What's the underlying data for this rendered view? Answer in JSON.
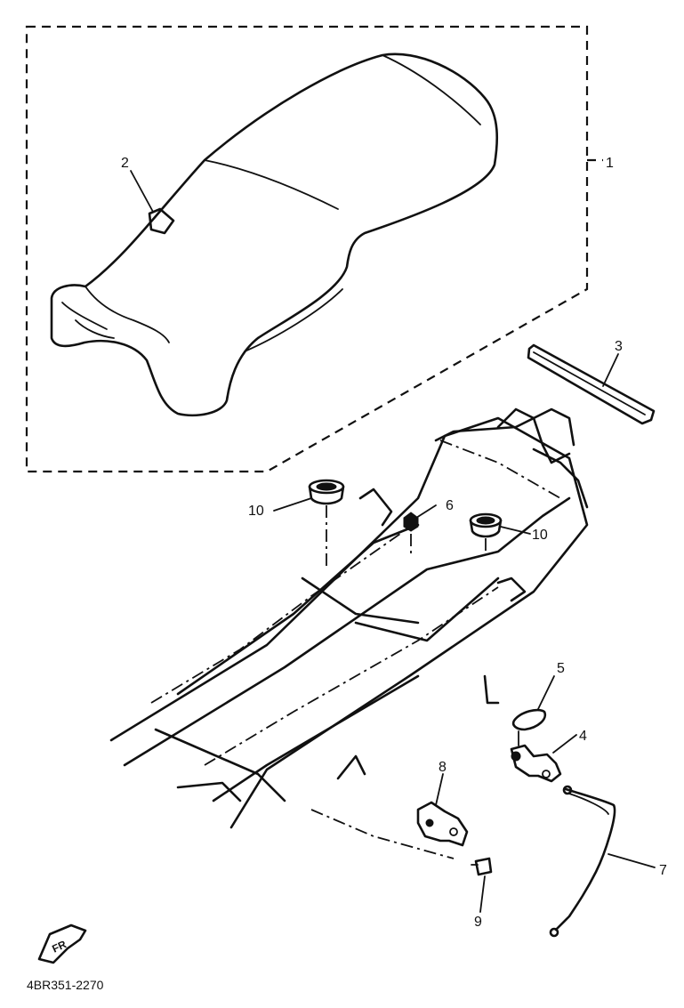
{
  "callouts": [
    {
      "id": "c1",
      "text": "1",
      "part": "seat assembly"
    },
    {
      "id": "c2",
      "text": "2"
    },
    {
      "id": "c3",
      "text": "3"
    },
    {
      "id": "c4",
      "text": "4"
    },
    {
      "id": "c5",
      "text": "5"
    },
    {
      "id": "c6",
      "text": "6"
    },
    {
      "id": "c7",
      "text": "7"
    },
    {
      "id": "c8",
      "text": "8"
    },
    {
      "id": "c9",
      "text": "9"
    },
    {
      "id": "c10a",
      "text": "10"
    },
    {
      "id": "c10b",
      "text": "10"
    }
  ],
  "drawing_code": "4BR351-2270",
  "front_mark": "FR",
  "style": {
    "ink": "#111111",
    "paper": "#ffffff"
  }
}
